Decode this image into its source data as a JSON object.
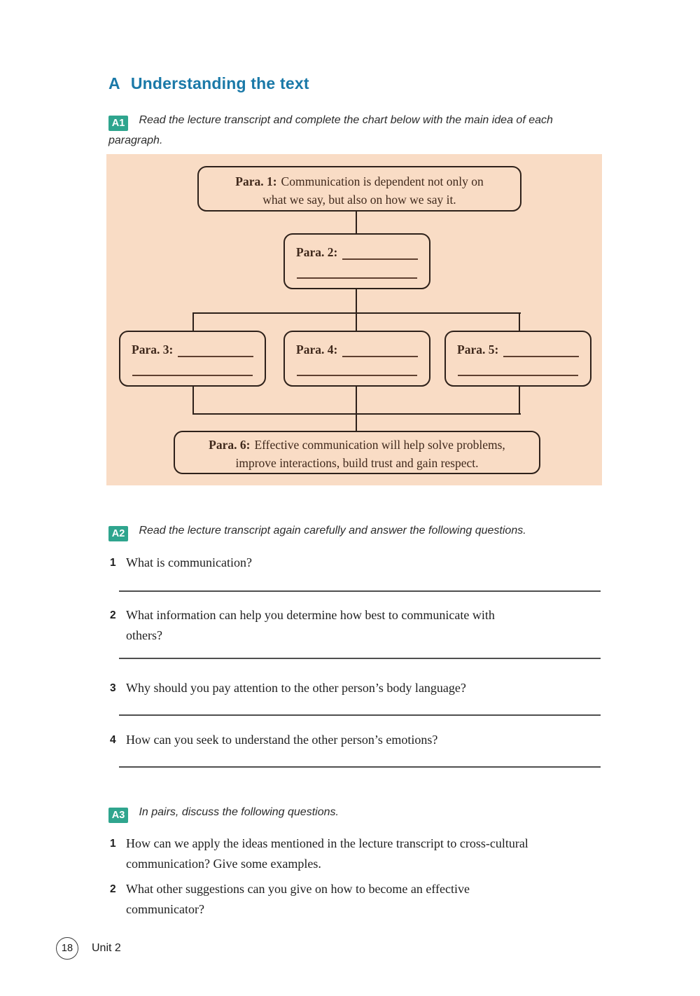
{
  "title": {
    "letter": "A",
    "text": "Understanding the text"
  },
  "colors": {
    "title_blue": "#1a79a8",
    "badge_teal": "#2fa58e",
    "panel_peach": "#f9dcc5",
    "box_border": "#2e211a",
    "blank_line": "#5f4030"
  },
  "a1": {
    "badge": "A1",
    "instruction_line1": "Read the lecture transcript and complete the chart below with the main idea of each",
    "instruction_line2": "paragraph."
  },
  "flowchart": {
    "para1": {
      "label": "Para. 1:",
      "line1": "Communication is dependent not only on",
      "line2": "what we say, but also on how we say it."
    },
    "para2_label": "Para. 2:",
    "para3_label": "Para. 3:",
    "para4_label": "Para. 4:",
    "para5_label": "Para. 5:",
    "para6": {
      "label": "Para. 6:",
      "line1": "Effective communication will help solve problems,",
      "line2": "improve interactions, build trust and gain respect."
    }
  },
  "a2": {
    "badge": "A2",
    "instruction": "Read the lecture transcript again carefully and answer the following questions.",
    "q1": {
      "num": "1",
      "line1": "What is communication?"
    },
    "q2": {
      "num": "2",
      "line1": "What information can help you determine how best to communicate with",
      "line2": "others?"
    },
    "q3": {
      "num": "3",
      "line1": "Why should you pay attention to the other person’s body language?"
    },
    "q4": {
      "num": "4",
      "line1": "How can you seek to understand the other person’s emotions?"
    }
  },
  "a3": {
    "badge": "A3",
    "instruction": "In pairs, discuss the following questions.",
    "q1": {
      "num": "1",
      "line1": "How can we apply the ideas mentioned in the lecture transcript to cross-cultural",
      "line2": "communication? Give some examples."
    },
    "q2": {
      "num": "2",
      "line1": "What other suggestions can you give on how to become an effective",
      "line2": "communicator?"
    }
  },
  "footer": {
    "page_number": "18",
    "unit_label": "Unit 2"
  }
}
